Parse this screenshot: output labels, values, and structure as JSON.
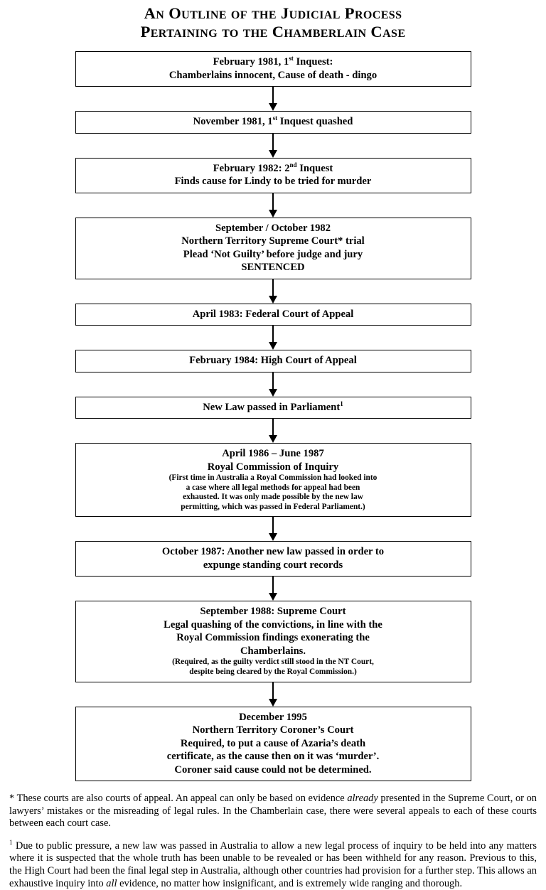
{
  "title": {
    "line1": "An Outline of the Judicial Process",
    "line2": "Pertaining to the Chamberlain Case"
  },
  "flowchart": {
    "nodes": [
      {
        "id": "node-1981-first-inquest",
        "lines": [
          {
            "text": "February 1981, 1",
            "sup": "st",
            "after": " Inquest:",
            "size": "normal"
          },
          {
            "text": "Chamberlains innocent, Cause of death - dingo",
            "size": "normal"
          }
        ]
      },
      {
        "id": "node-1981-inquest-quashed",
        "lines": [
          {
            "text": "November 1981, 1",
            "sup": "st",
            "after": " Inquest quashed",
            "size": "normal"
          }
        ]
      },
      {
        "id": "node-1982-second-inquest",
        "lines": [
          {
            "text": "February 1982: 2",
            "sup": "nd",
            "after": " Inquest",
            "size": "normal"
          },
          {
            "text": "Finds cause for Lindy to be tried for murder",
            "size": "normal"
          }
        ]
      },
      {
        "id": "node-1982-supreme-court-trial",
        "lines": [
          {
            "text": "September / October 1982",
            "size": "normal"
          },
          {
            "text": "Northern Territory Supreme Court* trial",
            "size": "normal"
          },
          {
            "text": "Plead ‘Not Guilty’ before judge and jury",
            "size": "normal"
          },
          {
            "text": "SENTENCED",
            "size": "normal"
          }
        ]
      },
      {
        "id": "node-1983-federal-court",
        "lines": [
          {
            "text": "April 1983: Federal Court of Appeal",
            "size": "normal"
          }
        ]
      },
      {
        "id": "node-1984-high-court",
        "lines": [
          {
            "text": "February 1984: High Court of Appeal",
            "size": "normal"
          }
        ]
      },
      {
        "id": "node-new-law-parliament",
        "lines": [
          {
            "text": "New Law passed in Parliament",
            "sup": "1",
            "after": "",
            "size": "normal"
          }
        ]
      },
      {
        "id": "node-royal-commission",
        "lines": [
          {
            "text": "April 1986 – June 1987",
            "size": "normal"
          },
          {
            "text": "Royal Commission of Inquiry",
            "size": "normal"
          },
          {
            "text": "(First time in Australia a Royal Commission had looked into",
            "size": "small"
          },
          {
            "text": "a case where all legal methods for appeal had been",
            "size": "small"
          },
          {
            "text": "exhausted. It was only made possible by the new law",
            "size": "small"
          },
          {
            "text": "permitting, which was passed in Federal Parliament.)",
            "size": "small"
          }
        ]
      },
      {
        "id": "node-1987-expunge-records",
        "lines": [
          {
            "text": "October 1987: Another new law passed in order to",
            "size": "normal"
          },
          {
            "text": "expunge standing court records",
            "size": "normal"
          }
        ]
      },
      {
        "id": "node-1988-supreme-court-quashing",
        "lines": [
          {
            "text": "September 1988: Supreme Court",
            "size": "normal"
          },
          {
            "text": "Legal quashing of the convictions, in line with the",
            "size": "normal"
          },
          {
            "text": "Royal Commission findings exonerating the",
            "size": "normal"
          },
          {
            "text": "Chamberlains.",
            "size": "normal"
          },
          {
            "text": "(Required, as the guilty verdict still stood in the NT Court,",
            "size": "small"
          },
          {
            "text": "despite being cleared by the Royal Commission.)",
            "size": "small"
          }
        ]
      },
      {
        "id": "node-1995-coroners-court",
        "lines": [
          {
            "text": "December 1995",
            "size": "normal"
          },
          {
            "text": "Northern Territory Coroner’s Court",
            "size": "normal"
          },
          {
            "text": "Required, to put a cause of Azaria’s death",
            "size": "normal"
          },
          {
            "text": "certificate, as the cause then on it was ‘murder’.",
            "size": "normal"
          },
          {
            "text": "Coroner said cause could not be determined.",
            "size": "normal"
          }
        ]
      }
    ]
  },
  "footnotes": [
    {
      "id": "footnote-asterisk",
      "marker": "*",
      "marker_style": "inline",
      "segments": [
        {
          "text": "These courts are also courts of appeal. An appeal can only be based on evidence ",
          "italic": false
        },
        {
          "text": "already",
          "italic": true
        },
        {
          "text": " presented in the Supreme Court, or on lawyers’ mistakes or the misreading of legal rules. In the Chamberlain case, there were several appeals to each of these courts between each court case.",
          "italic": false
        }
      ]
    },
    {
      "id": "footnote-one",
      "marker": "1",
      "marker_style": "superscript",
      "segments": [
        {
          "text": "Due to public pressure, a new law was passed in Australia to allow a new legal process of inquiry to be held into any matters where it is suspected that the whole truth has been unable to be revealed or has been withheld for any reason. Previous to this, the High Court had been the final legal step in Australia, although other countries had provision for a further step. This allows an exhaustive inquiry into ",
          "italic": false
        },
        {
          "text": "all",
          "italic": true
        },
        {
          "text": " evidence, no matter how insignificant, and is extremely wide ranging and thorough.",
          "italic": false
        }
      ]
    }
  ]
}
